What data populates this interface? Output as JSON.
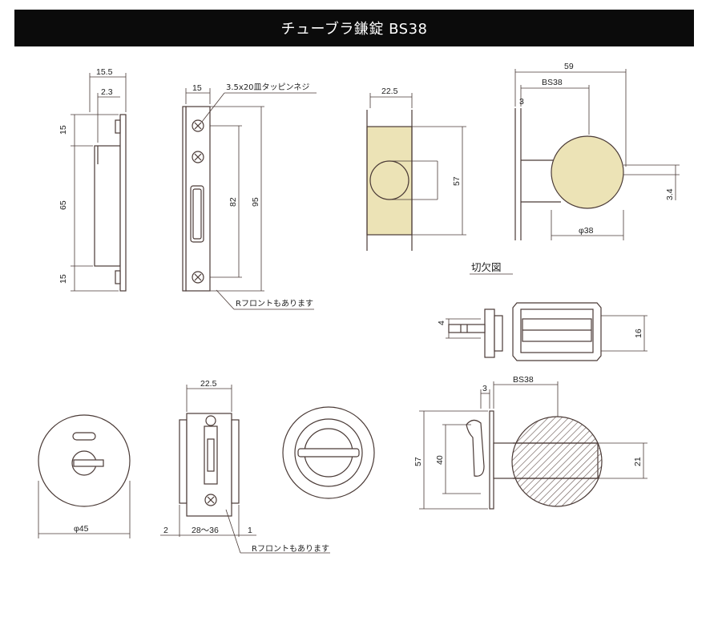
{
  "title": "チューブラ鎌錠 BS38",
  "colors": {
    "title_bg": "#0b0b0b",
    "title_text": "#ffffff",
    "line": "#4a3a36",
    "knob_fill": "#ece3b6"
  },
  "front_plate": {
    "dim_width": "15.5",
    "dim_offset": "2.3",
    "dim_top": "15",
    "dim_middle": "65",
    "dim_bottom": "15"
  },
  "strike_plate": {
    "dim_width": "15",
    "screw_note": "3.5x20皿タッピンネジ",
    "dim_82": "82",
    "dim_95": "95",
    "r_front_note": "Rフロントもあります"
  },
  "knob_side": {
    "dim_width": "22.5",
    "dim_57": "57"
  },
  "knob_top": {
    "dim_59": "59",
    "dim_bs38": "BS38",
    "dim_3": "3",
    "dim_3_4": "3.4",
    "dim_dia38": "φ38"
  },
  "cutout_label": "切欠図",
  "cutout": {
    "dim_4": "4",
    "dim_16": "16"
  },
  "indicator": {
    "dim_dia45": "φ45"
  },
  "case_section": {
    "dim_22_5": "22.5",
    "dim_2": "2",
    "dim_28_36": "28〜36",
    "dim_1": "1",
    "r_front_note": "Rフロントもあります"
  },
  "hook_section": {
    "dim_bs38": "BS38",
    "dim_3": "3",
    "dim_57": "57",
    "dim_40": "40",
    "dim_21": "21"
  }
}
